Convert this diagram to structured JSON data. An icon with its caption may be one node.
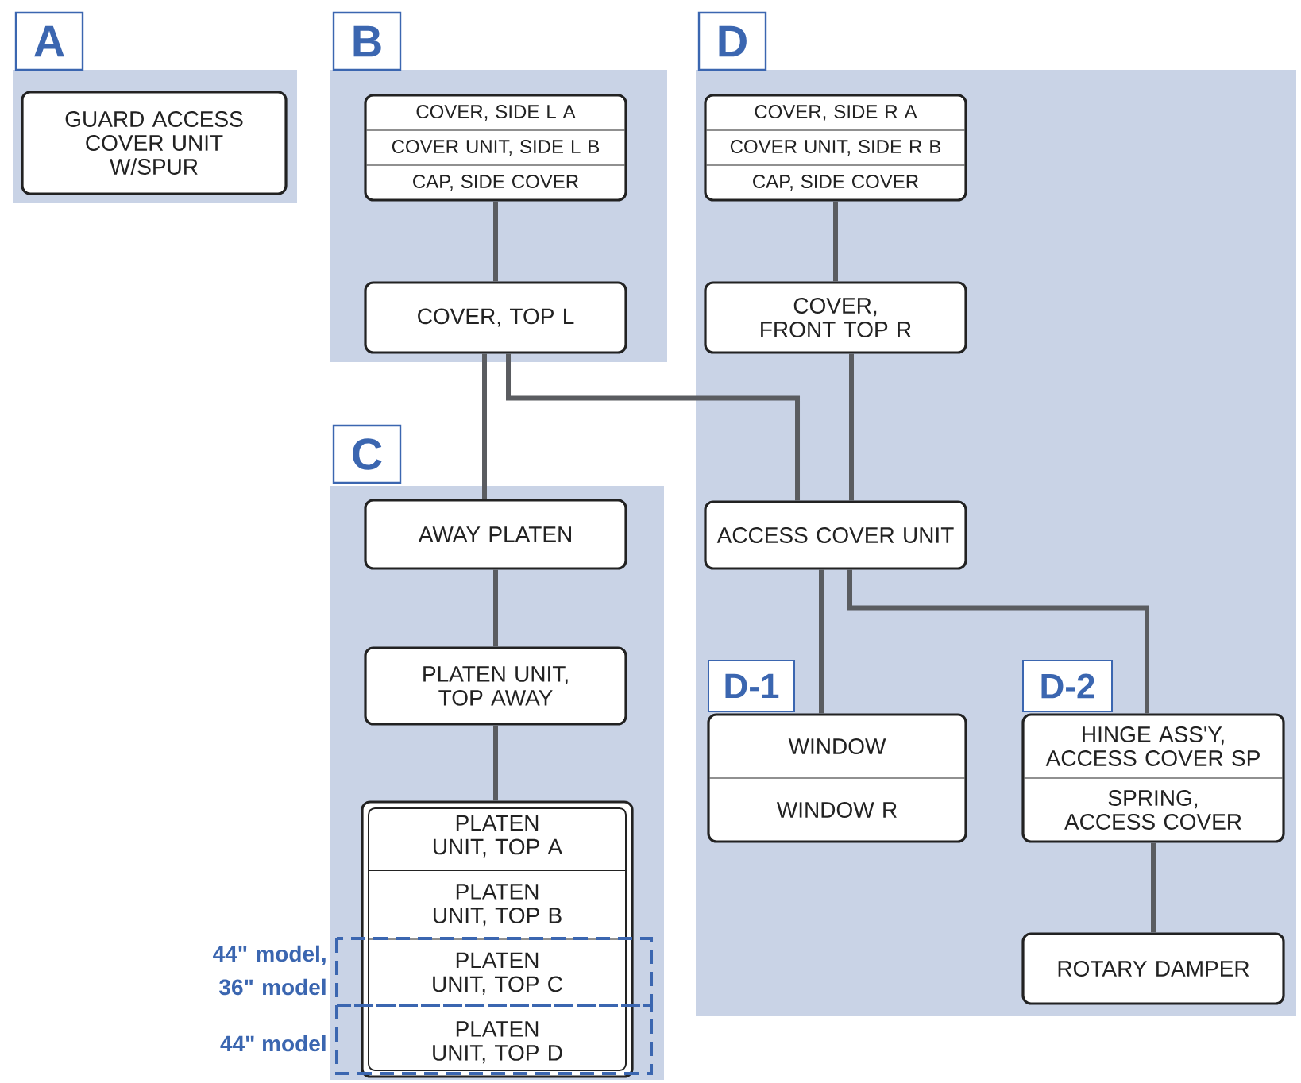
{
  "diagram": {
    "nodes": [
      {
        "text": [
          "A"
        ]
      },
      {
        "text": [
          "GUARD ACCESS COVER UNIT W/SPUR"
        ],
        "in": 0
      },
      {
        "text": [
          "B"
        ]
      },
      {
        "text": [
          "COVER, SIDE L A",
          "COVER UNIT, SIDE L B",
          "CAP, SIDE COVER"
        ],
        "in": 2
      },
      {
        "text": [
          "COVER, TOP L"
        ],
        "in": 2
      },
      {
        "text": [
          "C"
        ]
      },
      {
        "text": [
          "AWAY PLATEN"
        ],
        "in": 5
      },
      {
        "text": [
          "PLATEN UNIT, TOP AWAY"
        ],
        "in": 5
      },
      {
        "text": [
          "PLATEN UNIT, TOP A",
          "PLATEN UNIT, TOP B",
          "PLATEN UNIT, TOP C",
          "PLATEN UNIT, TOP D"
        ],
        "in": 5
      },
      {
        "text": [
          "D"
        ]
      },
      {
        "text": [
          "COVER, SIDE R A",
          "COVER UNIT, SIDE R B",
          "CAP, SIDE COVER"
        ],
        "in": 9
      },
      {
        "text": [
          "COVER, FRONT TOP R"
        ],
        "in": 9
      },
      {
        "text": [
          "ACCESS COVER UNIT"
        ],
        "in": 9
      },
      {
        "text": [
          "WINDOW",
          "WINDOW R"
        ],
        "in": 9
      },
      {
        "text": [
          "HINGE ASS'Y, ACCESS COVER SP",
          "SPRING, ACCESS COVER"
        ],
        "in": 9
      },
      {
        "text": [
          "ROTARY DAMPER"
        ],
        "in": 9
      }
    ],
    "edges": [
      {
        "from": 3,
        "to": 4,
        "arrow": "none"
      },
      {
        "from": 4,
        "to": 6,
        "arrow": "none"
      },
      {
        "from": 4,
        "to": 12,
        "arrow": "none"
      },
      {
        "from": 10,
        "to": 11,
        "arrow": "none"
      },
      {
        "from": 11,
        "to": 12,
        "arrow": "none"
      },
      {
        "from": 6,
        "to": 7,
        "arrow": "none"
      },
      {
        "from": 7,
        "to": 8,
        "arrow": "none"
      },
      {
        "from": 12,
        "to": 13,
        "arrow": "none"
      },
      {
        "from": 12,
        "to": 14,
        "arrow": "none"
      },
      {
        "from": 14,
        "to": 15,
        "arrow": "none"
      }
    ],
    "labels": [
      "D-1",
      "D-2",
      "44\" model, 36\" model",
      "44\" model"
    ]
  }
}
